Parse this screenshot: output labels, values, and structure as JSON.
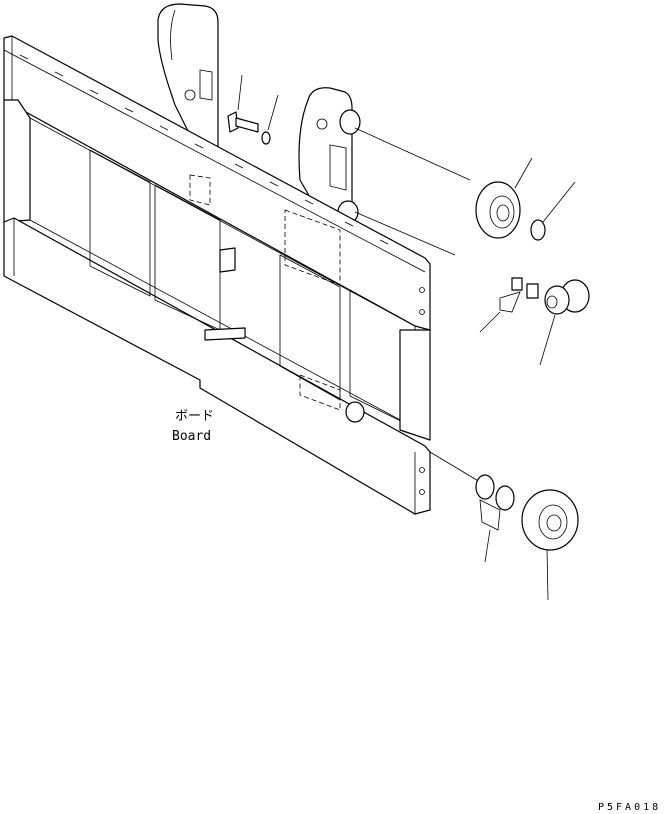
{
  "labels": {
    "board_jp": "ボード",
    "board_en": "Board",
    "drawing_code": "P5FA018"
  }
}
